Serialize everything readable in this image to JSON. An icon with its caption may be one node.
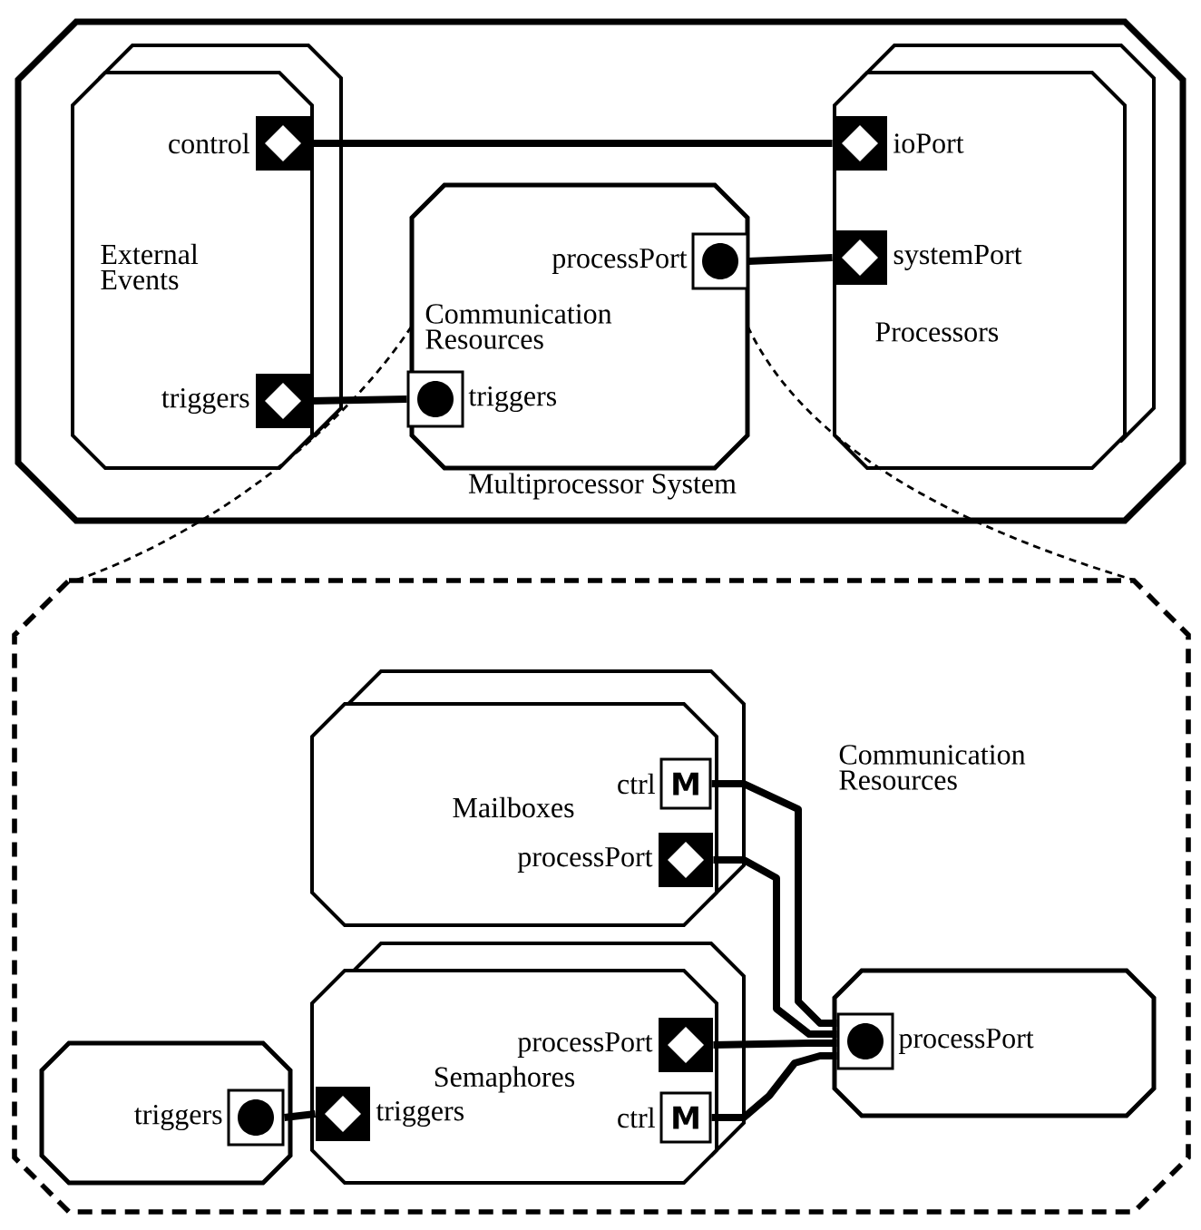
{
  "diagram": {
    "nodes": [
      {
        "text": [
          "Multiprocessor System"
        ]
      },
      {
        "text": [
          "External Events"
        ],
        "in": 0
      },
      {
        "text": [],
        "shape": "box",
        "beside": [
          "control"
        ],
        "in": 1
      },
      {
        "text": [],
        "shape": "box",
        "beside": [
          "triggers"
        ],
        "in": 1
      },
      {
        "text": [
          "Communication Resources"
        ],
        "in": 0
      },
      {
        "text": [],
        "shape": "box",
        "beside": [
          "processPort"
        ],
        "in": 4
      },
      {
        "text": [],
        "shape": "box",
        "beside": [
          "triggers"
        ],
        "in": 4
      },
      {
        "text": [
          "Processors"
        ],
        "in": 0
      },
      {
        "text": [],
        "shape": "box",
        "beside": [
          "ioPort"
        ],
        "in": 7
      },
      {
        "text": [],
        "shape": "box",
        "beside": [
          "systemPort"
        ],
        "in": 7
      },
      {
        "text": [
          "Communication Resources"
        ]
      },
      {
        "text": [
          "Mailboxes"
        ],
        "in": 10
      },
      {
        "text": [
          "M"
        ],
        "beside": [
          "ctrl"
        ],
        "in": 11
      },
      {
        "text": [],
        "shape": "box",
        "beside": [
          "processPort"
        ],
        "in": 11
      },
      {
        "text": [
          "Semaphores"
        ],
        "in": 10
      },
      {
        "text": [],
        "shape": "box",
        "beside": [
          "processPort"
        ],
        "in": 14
      },
      {
        "text": [
          "M"
        ],
        "beside": [
          "ctrl"
        ],
        "in": 14
      },
      {
        "text": [],
        "shape": "box",
        "beside": [
          "triggers"
        ],
        "in": 14
      },
      {
        "text": [],
        "shape": "box",
        "in": 10
      },
      {
        "text": [],
        "shape": "box",
        "beside": [
          "triggers"
        ],
        "in": 18
      },
      {
        "text": [],
        "shape": "box",
        "in": 10
      },
      {
        "text": [],
        "shape": "box",
        "beside": [
          "processPort"
        ],
        "in": 20
      }
    ],
    "edges": [
      {
        "from": 2,
        "to": 8,
        "arrow": "none"
      },
      {
        "from": 3,
        "to": 6,
        "arrow": "none"
      },
      {
        "from": 5,
        "to": 9,
        "arrow": "none"
      },
      {
        "from": 12,
        "to": 21,
        "arrow": "none"
      },
      {
        "from": 13,
        "to": 21,
        "arrow": "none"
      },
      {
        "from": 15,
        "to": 21,
        "arrow": "none"
      },
      {
        "from": 16,
        "to": 21,
        "arrow": "none"
      },
      {
        "from": 19,
        "to": 17,
        "arrow": "none"
      },
      {
        "from": 4,
        "to": 10,
        "arrow": "none",
        "style": "dashed"
      },
      {
        "from": 4,
        "to": 10,
        "arrow": "none",
        "style": "dashed"
      }
    ]
  }
}
